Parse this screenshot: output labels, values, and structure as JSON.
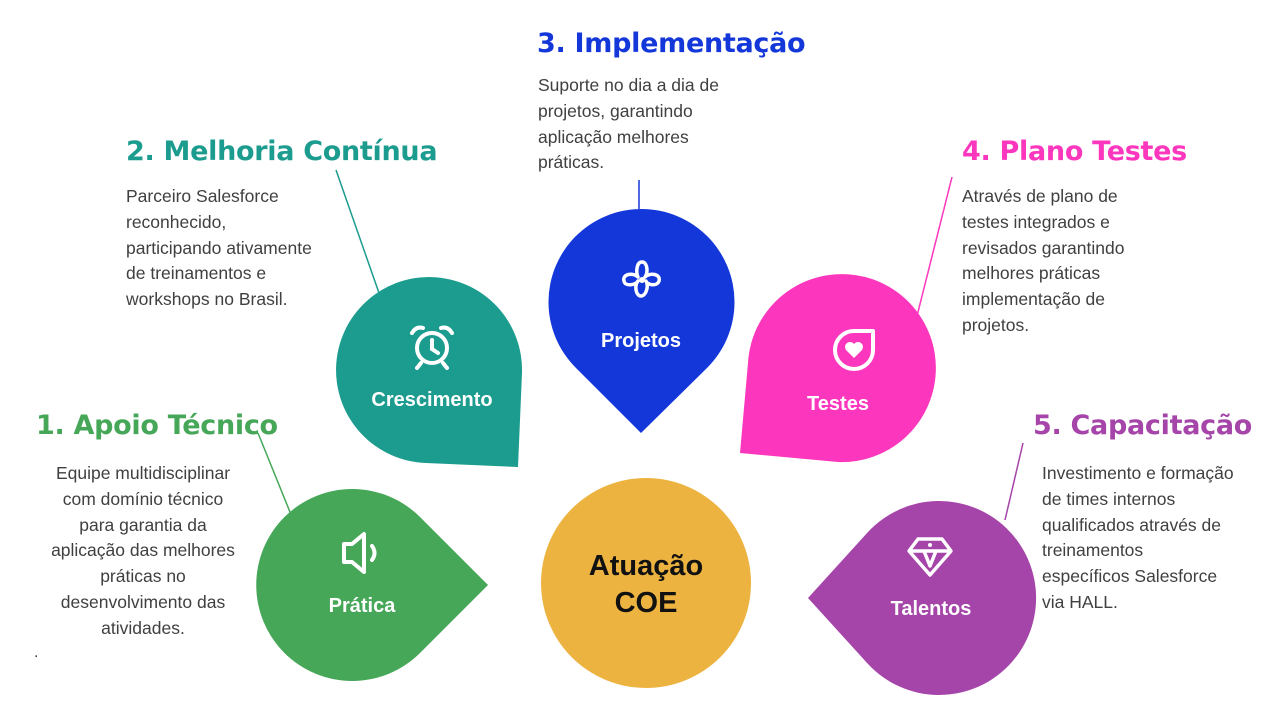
{
  "colors": {
    "pratica": "#46a758",
    "crescimento": "#1c9c8e",
    "projetos": "#1437d9",
    "testes": "#fc36bd",
    "talentos": "#a544a9",
    "center": "#edb340",
    "desc_text": "#404040"
  },
  "center": {
    "line1": "Atuação",
    "line2": "COE"
  },
  "items": [
    {
      "title": "1.  Apoio Técnico",
      "label": "Prática",
      "icon": "speaker-icon",
      "desc": [
        "Equipe multidisciplinar",
        "com domínio técnico",
        "para garantia da",
        "aplicação das melhores",
        "práticas no",
        "desenvolvimento das",
        "atividades."
      ]
    },
    {
      "title": "2. Melhoria Contínua",
      "label": "Crescimento",
      "icon": "alarm-clock-icon",
      "desc": [
        "Parceiro Salesforce",
        "reconhecido,",
        "participando ativamente",
        "de treinamentos e",
        "workshops no Brasil."
      ]
    },
    {
      "title": "3. Implementação",
      "label": "Projetos",
      "icon": "asterisk-flower-icon",
      "desc": [
        "Suporte no dia a dia de",
        "projetos, garantindo",
        "aplicação melhores",
        "práticas."
      ]
    },
    {
      "title": "4. Plano Testes",
      "label": "Testes",
      "icon": "heart-bubble-icon",
      "desc": [
        "Através de plano de",
        "testes integrados e",
        "revisados garantindo",
        "melhores práticas",
        "implementação de",
        "projetos."
      ]
    },
    {
      "title": "5. Capacitação",
      "label": "Talentos",
      "icon": "diamond-icon",
      "desc": [
        "Investimento e formação",
        "de times internos",
        "qualificados através de",
        "treinamentos",
        "específicos Salesforce",
        "via HALL."
      ]
    }
  ],
  "stray_mark": "."
}
